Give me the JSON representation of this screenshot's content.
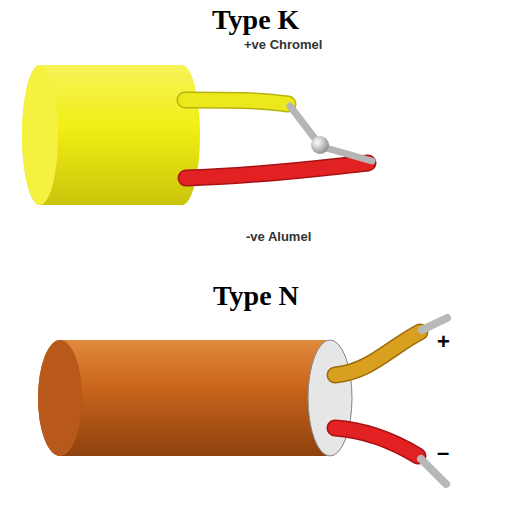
{
  "diagram": {
    "labels": [
      "Type K",
      "+ve Chromel",
      "-ve Alumel",
      "Type N",
      "+",
      "–"
    ]
  }
}
